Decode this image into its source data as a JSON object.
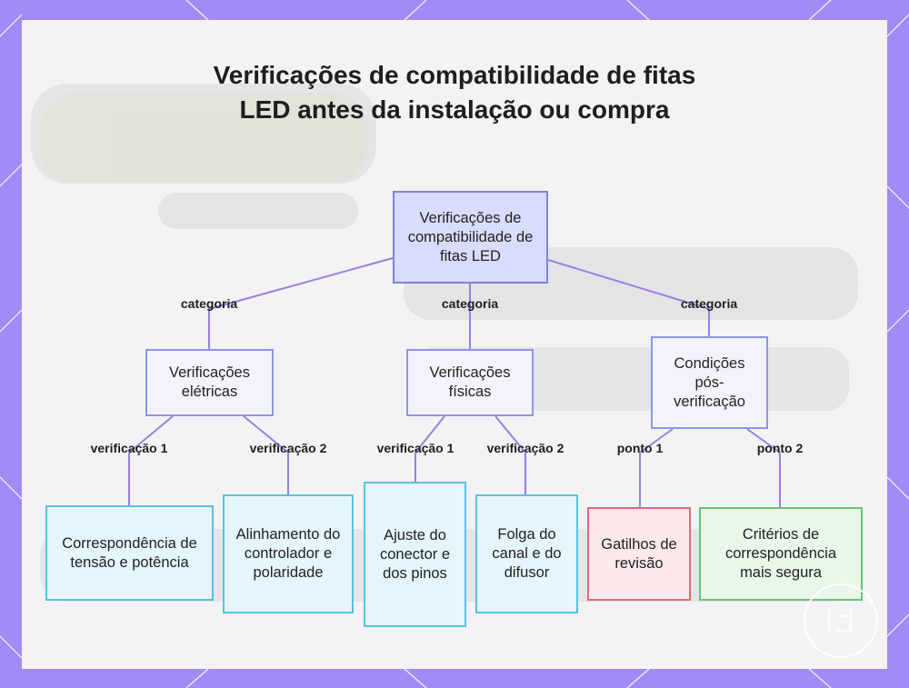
{
  "title": "Verificações de compatibilidade de fitas LED antes da instalação ou compra",
  "root": {
    "label": "Verificações de compatibilidade de fitas LED"
  },
  "categories": [
    {
      "edge_label": "categoria",
      "label": "Verificações elétricas"
    },
    {
      "edge_label": "categoria",
      "label": "Verificações físicas"
    },
    {
      "edge_label": "categoria",
      "label": "Condições pós-verificação"
    }
  ],
  "leaves": [
    {
      "edge_label": "verificação 1",
      "label": "Correspondência de tensão e potência"
    },
    {
      "edge_label": "verificação 2",
      "label": "Alinhamento do controlador e polaridade"
    },
    {
      "edge_label": "verificação 1",
      "label": "Ajuste do conector e dos pinos"
    },
    {
      "edge_label": "verificação 2",
      "label": "Folga do canal e do difusor"
    },
    {
      "edge_label": "ponto 1",
      "label": "Gatilhos de revisão"
    },
    {
      "edge_label": "ponto 2",
      "label": "Critérios de correspondência mais segura"
    }
  ],
  "colors": {
    "frame": "#a38bf5",
    "edge": "#9b7fe0",
    "root_fill": "#d9dcfc",
    "category_fill": "#f3f4fb",
    "check_fill": "#e4f5fb",
    "trigger_fill": "#fbe9ec",
    "safe_fill": "#e9f6ea"
  }
}
